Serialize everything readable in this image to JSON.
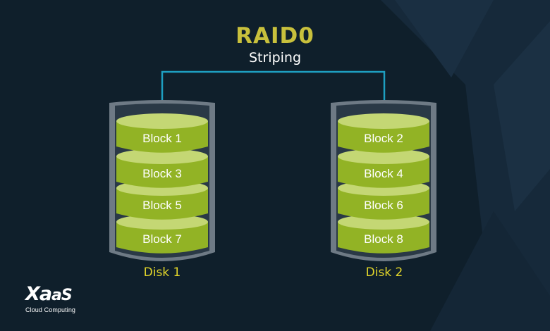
{
  "title": "RAID0",
  "subtitle": "Striping",
  "colors": {
    "title": "#c8c03c",
    "disk_label": "#e2d52a",
    "connector": "#1e9fc1",
    "block_fill": "#92b325",
    "block_top": "#c4d774",
    "block_text": "#ffffff",
    "disk_shell": "#6e7a85",
    "background": "#0f1f2b"
  },
  "disks": [
    {
      "label": "Disk 1",
      "blocks": [
        "Block 1",
        "Block 3",
        "Block 5",
        "Block 7"
      ]
    },
    {
      "label": "Disk 2",
      "blocks": [
        "Block 2",
        "Block 4",
        "Block 6",
        "Block 8"
      ]
    }
  ],
  "logo": {
    "mark_main": "Xa",
    "mark_small": "aS",
    "tagline": "Cloud Computing"
  }
}
